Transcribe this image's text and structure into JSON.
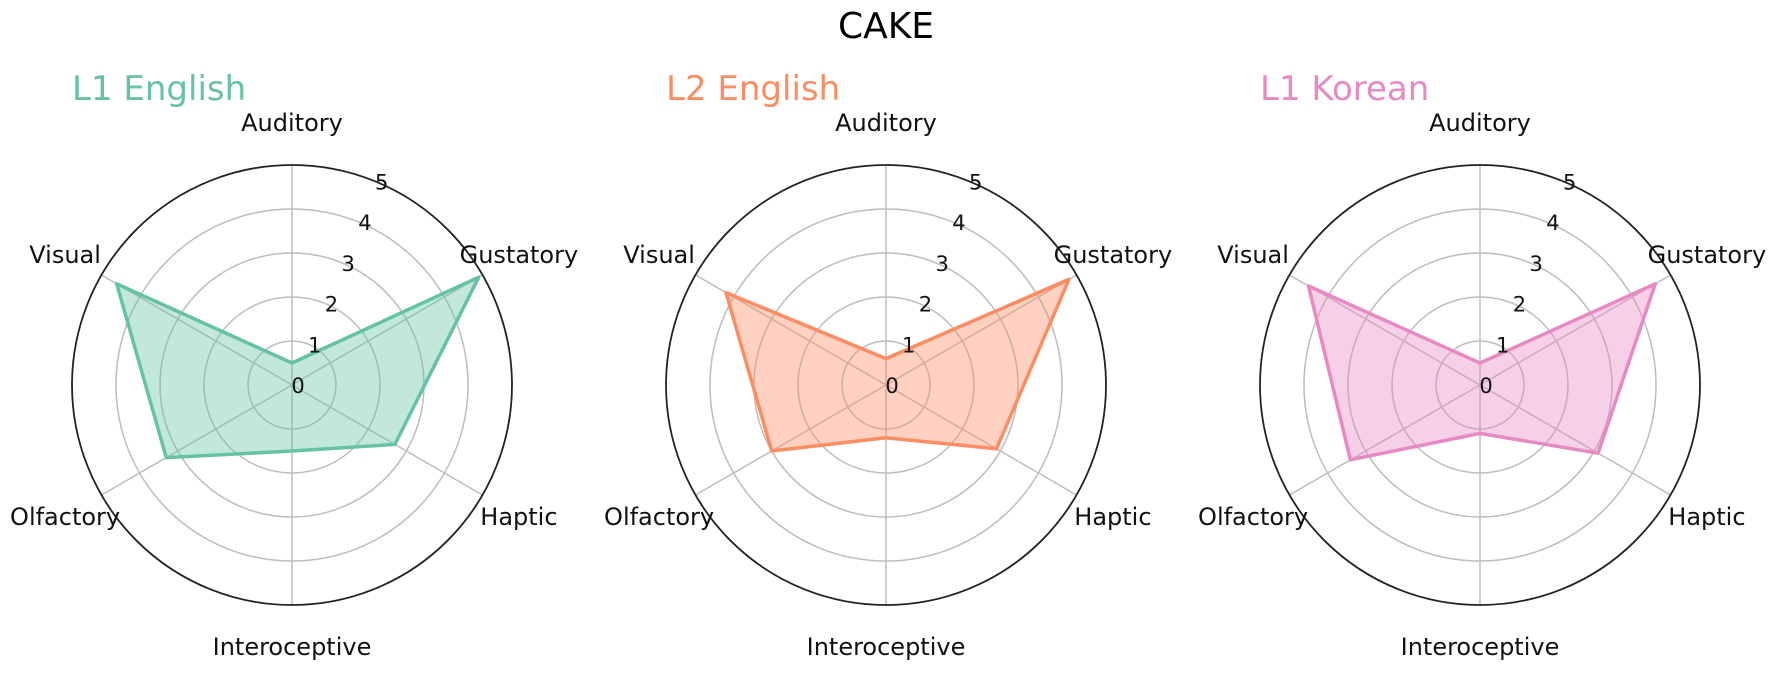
{
  "chart_data": {
    "type": "radar",
    "title": "CAKE",
    "axes": [
      "Auditory",
      "Gustatory",
      "Haptic",
      "Interoceptive",
      "Olfactory",
      "Visual"
    ],
    "rlim": [
      0,
      5
    ],
    "rticks": [
      "0",
      "1",
      "2",
      "3",
      "4",
      "5"
    ],
    "grid": true,
    "series": [
      {
        "name": "L1 English",
        "color": "#66c2a5",
        "values": [
          0.5,
          4.9,
          2.7,
          1.5,
          3.3,
          4.6
        ]
      },
      {
        "name": "L2 English",
        "color": "#fc8d62",
        "values": [
          0.6,
          4.8,
          2.9,
          1.2,
          3.0,
          4.2
        ]
      },
      {
        "name": "L1 Korean",
        "color": "#e78ac3",
        "values": [
          0.5,
          4.6,
          3.1,
          1.1,
          3.4,
          4.5
        ]
      }
    ]
  }
}
